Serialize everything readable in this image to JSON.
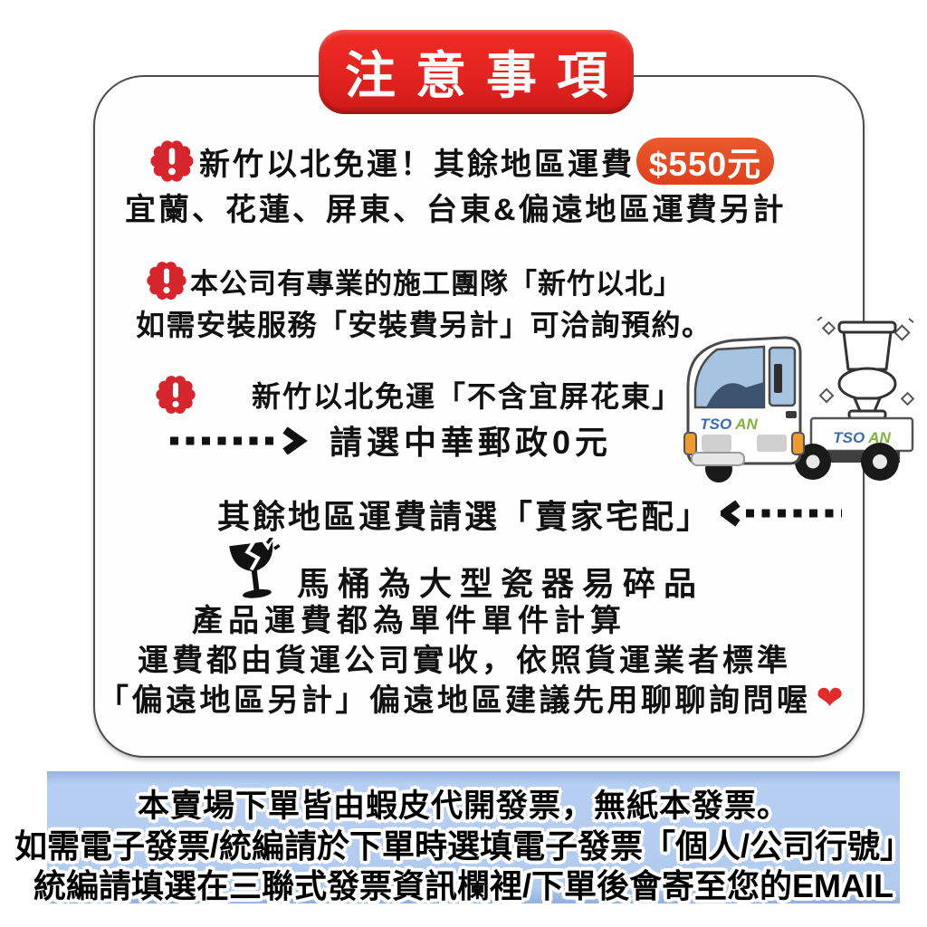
{
  "header": {
    "title": "注意事項"
  },
  "notice_box": {
    "shipping": {
      "line1_text": "新竹以北免運！其餘地區運費",
      "price_badge": "$550元",
      "line2_text": "宜蘭、花蓮、屏東、台東&偏遠地區運費另計"
    },
    "installation": {
      "line1_text": "本公司有專業的施工團隊「新竹以北」",
      "line2_text": "如需安裝服務「安裝費另計」可洽詢預約。"
    },
    "post_option": {
      "line1_text": "新竹以北免運「不含宜屏花東」",
      "line2_text": "請選中華郵政0元"
    },
    "delivery_option": {
      "line_text": "其餘地區運費請選「賣家宅配」"
    },
    "fragile": {
      "line1_text": "馬桶為大型瓷器易碎品",
      "line2_text": "產品運費都為單件單件計算",
      "line3_text": "運費都由貨運公司實收，依照貨運業者標準",
      "line4_text": "「偏遠地區另計」偏遠地區建議先用聊聊詢問喔",
      "heart": "❤"
    },
    "truck": {
      "logo_tso": "TSO",
      "logo_an": "AN"
    }
  },
  "invoice_banner": {
    "line1": "本賣場下單皆由蝦皮代開發票，無紙本發票。",
    "line2": "如需電子發票/統編請於下單時選填電子發票「個人/公司行號」",
    "line3": "統編請填選在三聯式發票資訊欄裡/下單後會寄至您的EMAIL"
  },
  "colors": {
    "header_red": "#e32320",
    "warning_red": "#d6252c",
    "badge_orange": "#e44b22",
    "band_blue": "#b1cbee",
    "heart_red": "#e22b2b"
  }
}
